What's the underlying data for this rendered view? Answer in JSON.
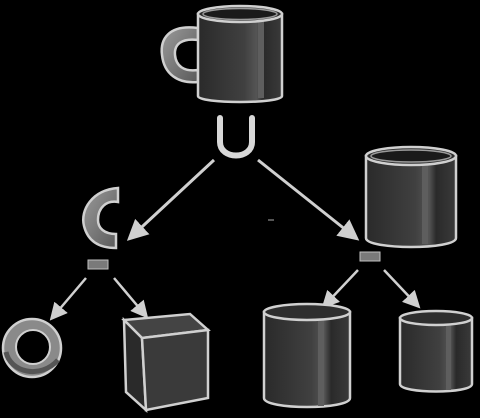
{
  "diagram": {
    "background_color": "#000000",
    "line_color": "#c8c8c8",
    "fill_dark": "#3a3a3a",
    "fill_light": "#7a7a7a",
    "operators": {
      "union": "∪",
      "difference": "−"
    },
    "nodes": [
      {
        "id": "mug",
        "shape": "mug",
        "operator": "union"
      },
      {
        "id": "handle-part",
        "shape": "half-torus",
        "operator": "difference"
      },
      {
        "id": "body-part",
        "shape": "cylinder-open-top",
        "operator": "difference"
      },
      {
        "id": "torus",
        "shape": "torus"
      },
      {
        "id": "cube",
        "shape": "cube"
      },
      {
        "id": "outer-cylinder",
        "shape": "cylinder"
      },
      {
        "id": "inner-cylinder",
        "shape": "cylinder"
      }
    ]
  }
}
